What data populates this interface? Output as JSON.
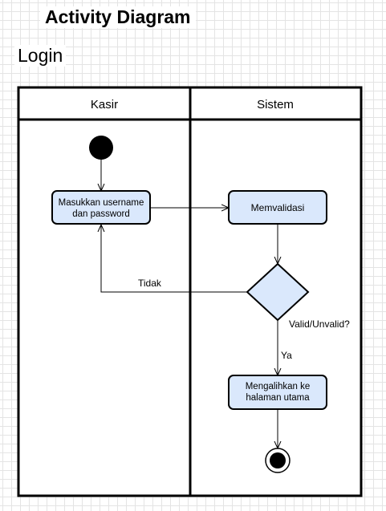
{
  "title": "Activity Diagram",
  "subtitle": "Login",
  "lanes": {
    "left": "Kasir",
    "right": "Sistem"
  },
  "nodes": {
    "input": [
      "Masukkan username",
      "dan password"
    ],
    "validate": "Memvalidasi",
    "redirect": [
      "Mengalihkan ke",
      "halaman utama"
    ]
  },
  "decision": {
    "question": "Valid/Unvalid?",
    "yes_label": "Ya",
    "no_label": "Tidak"
  },
  "colors": {
    "node_fill": "#dae8fc",
    "stroke": "#000000"
  }
}
